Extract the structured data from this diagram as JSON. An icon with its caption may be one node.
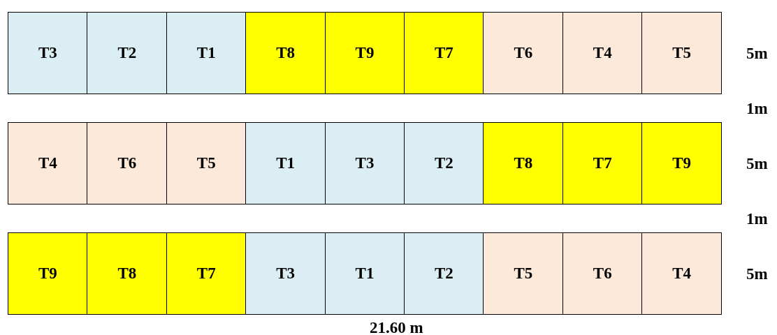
{
  "diagram": {
    "nodes": [
      {
        "text": [
          "T3"
        ]
      },
      {
        "text": [
          "T2"
        ]
      },
      {
        "text": [
          "T1"
        ]
      },
      {
        "text": [
          "T8"
        ]
      },
      {
        "text": [
          "T9"
        ]
      },
      {
        "text": [
          "T7"
        ]
      },
      {
        "text": [
          "T6"
        ]
      },
      {
        "text": [
          "T4"
        ]
      },
      {
        "text": [
          "T5"
        ]
      },
      {
        "text": [
          "T4"
        ]
      },
      {
        "text": [
          "T6"
        ]
      },
      {
        "text": [
          "T5"
        ]
      },
      {
        "text": [
          "T1"
        ]
      },
      {
        "text": [
          "T3"
        ]
      },
      {
        "text": [
          "T2"
        ]
      },
      {
        "text": [
          "T8"
        ]
      },
      {
        "text": [
          "T7"
        ]
      },
      {
        "text": [
          "T9"
        ]
      },
      {
        "text": [
          "T9"
        ]
      },
      {
        "text": [
          "T8"
        ]
      },
      {
        "text": [
          "T7"
        ]
      },
      {
        "text": [
          "T3"
        ]
      },
      {
        "text": [
          "T1"
        ]
      },
      {
        "text": [
          "T2"
        ]
      },
      {
        "text": [
          "T5"
        ]
      },
      {
        "text": [
          "T6"
        ]
      },
      {
        "text": [
          "T4"
        ]
      }
    ],
    "labels": [
      "5m",
      "1m",
      "5m",
      "1m",
      "5m",
      "21.60 m"
    ]
  }
}
